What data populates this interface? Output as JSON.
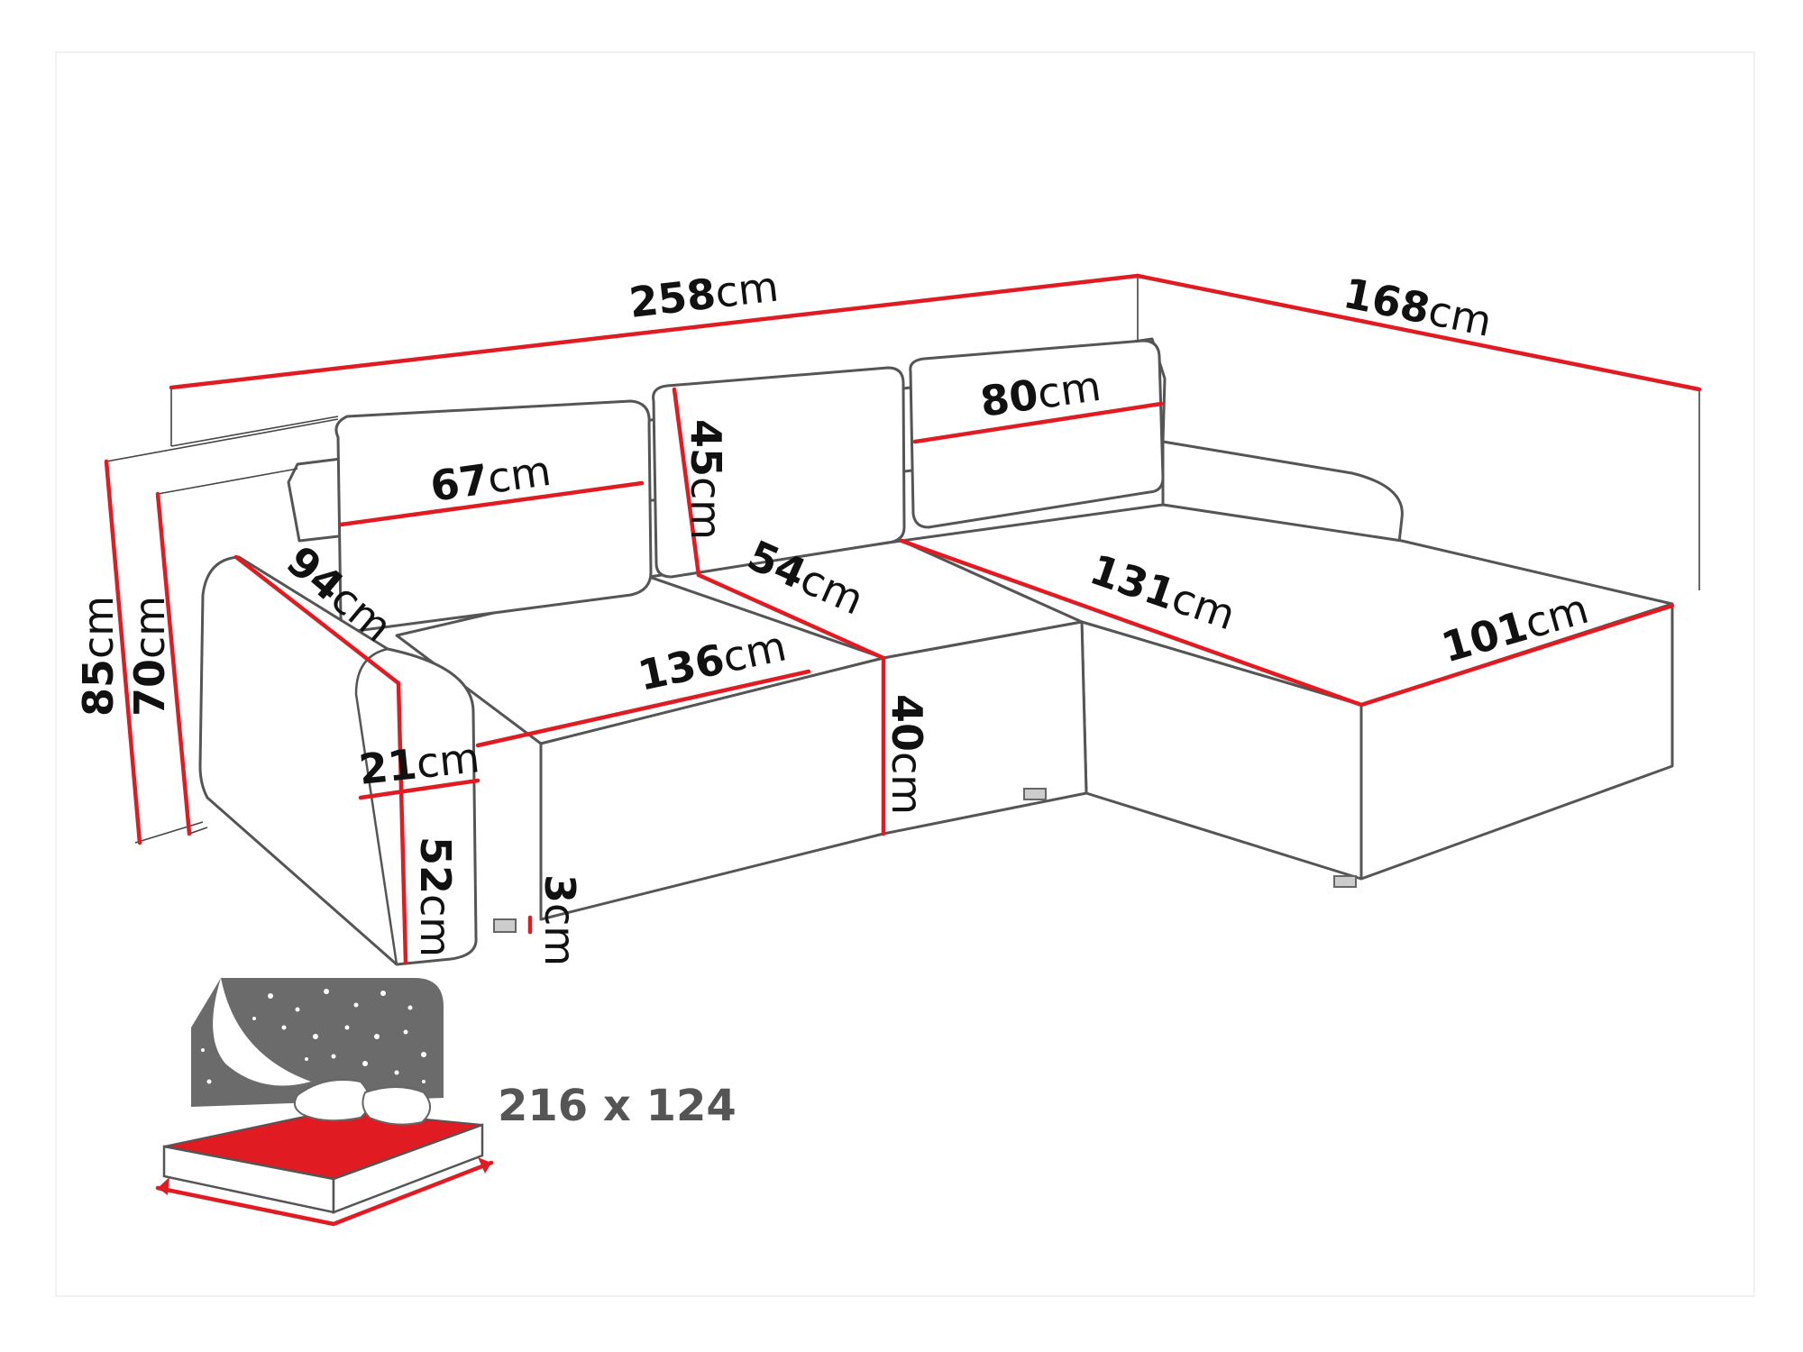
{
  "diagram": {
    "unit": "cm",
    "colors": {
      "dimension_line": "#e11b22",
      "outline": "#555555",
      "text": "#111111",
      "bed_panel": "#6b6b6b",
      "bed_mattress": "#e11b22",
      "bed_label": "#555555"
    },
    "dimensions": {
      "total_width": "258",
      "chaise_depth": "168",
      "backrest_right": "80",
      "backrest_left": "67",
      "backrest_height": "45",
      "seat_depth": "54",
      "chaise_length": "131",
      "chaise_width": "101",
      "armrest_depth": "94",
      "seat_width": "136",
      "armrest_width": "21",
      "seat_height": "40",
      "armrest_height": "52",
      "leg_height": "3",
      "back_height_total": "85",
      "arm_height_total": "70"
    },
    "sleeping_area": {
      "label": "216 x 124",
      "icon": "bed-night-icon"
    }
  }
}
